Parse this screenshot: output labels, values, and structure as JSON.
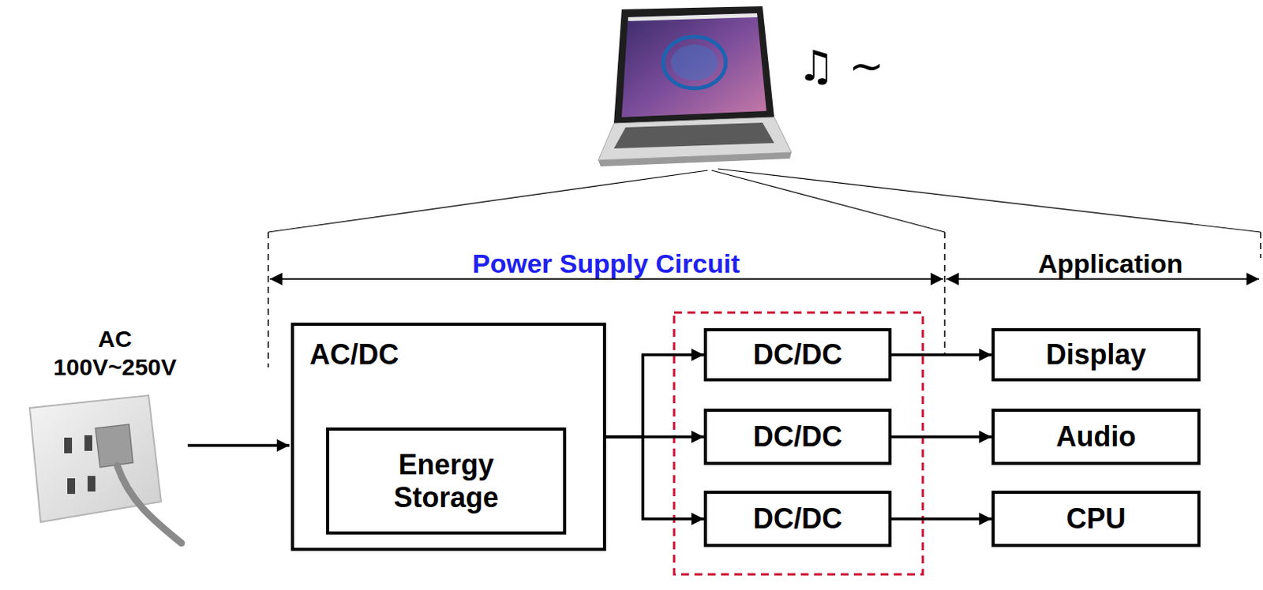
{
  "diagram": {
    "nodes": [
      {
        "text": [
          "AC/DC"
        ]
      },
      {
        "text": [
          "Energy Storage"
        ],
        "in": 0
      },
      {
        "text": [
          "DC/DC"
        ]
      },
      {
        "text": [
          "Display"
        ]
      },
      {
        "text": [
          "DC/DC"
        ]
      },
      {
        "text": [
          "Audio"
        ]
      },
      {
        "text": [
          "DC/DC"
        ]
      },
      {
        "text": [
          "CPU"
        ]
      }
    ],
    "edges": [
      {
        "from": 0,
        "to": 2,
        "arrow": "to"
      },
      {
        "from": 0,
        "to": 4,
        "arrow": "to"
      },
      {
        "from": 0,
        "to": 6,
        "arrow": "to"
      },
      {
        "from": 2,
        "to": 3,
        "arrow": "to"
      },
      {
        "from": 4,
        "to": 5,
        "arrow": "to"
      },
      {
        "from": 6,
        "to": 7,
        "arrow": "to"
      }
    ],
    "labels": [
      "♫ ~",
      "AC 100V~250V",
      "Power Supply Circuit",
      "Application"
    ]
  }
}
